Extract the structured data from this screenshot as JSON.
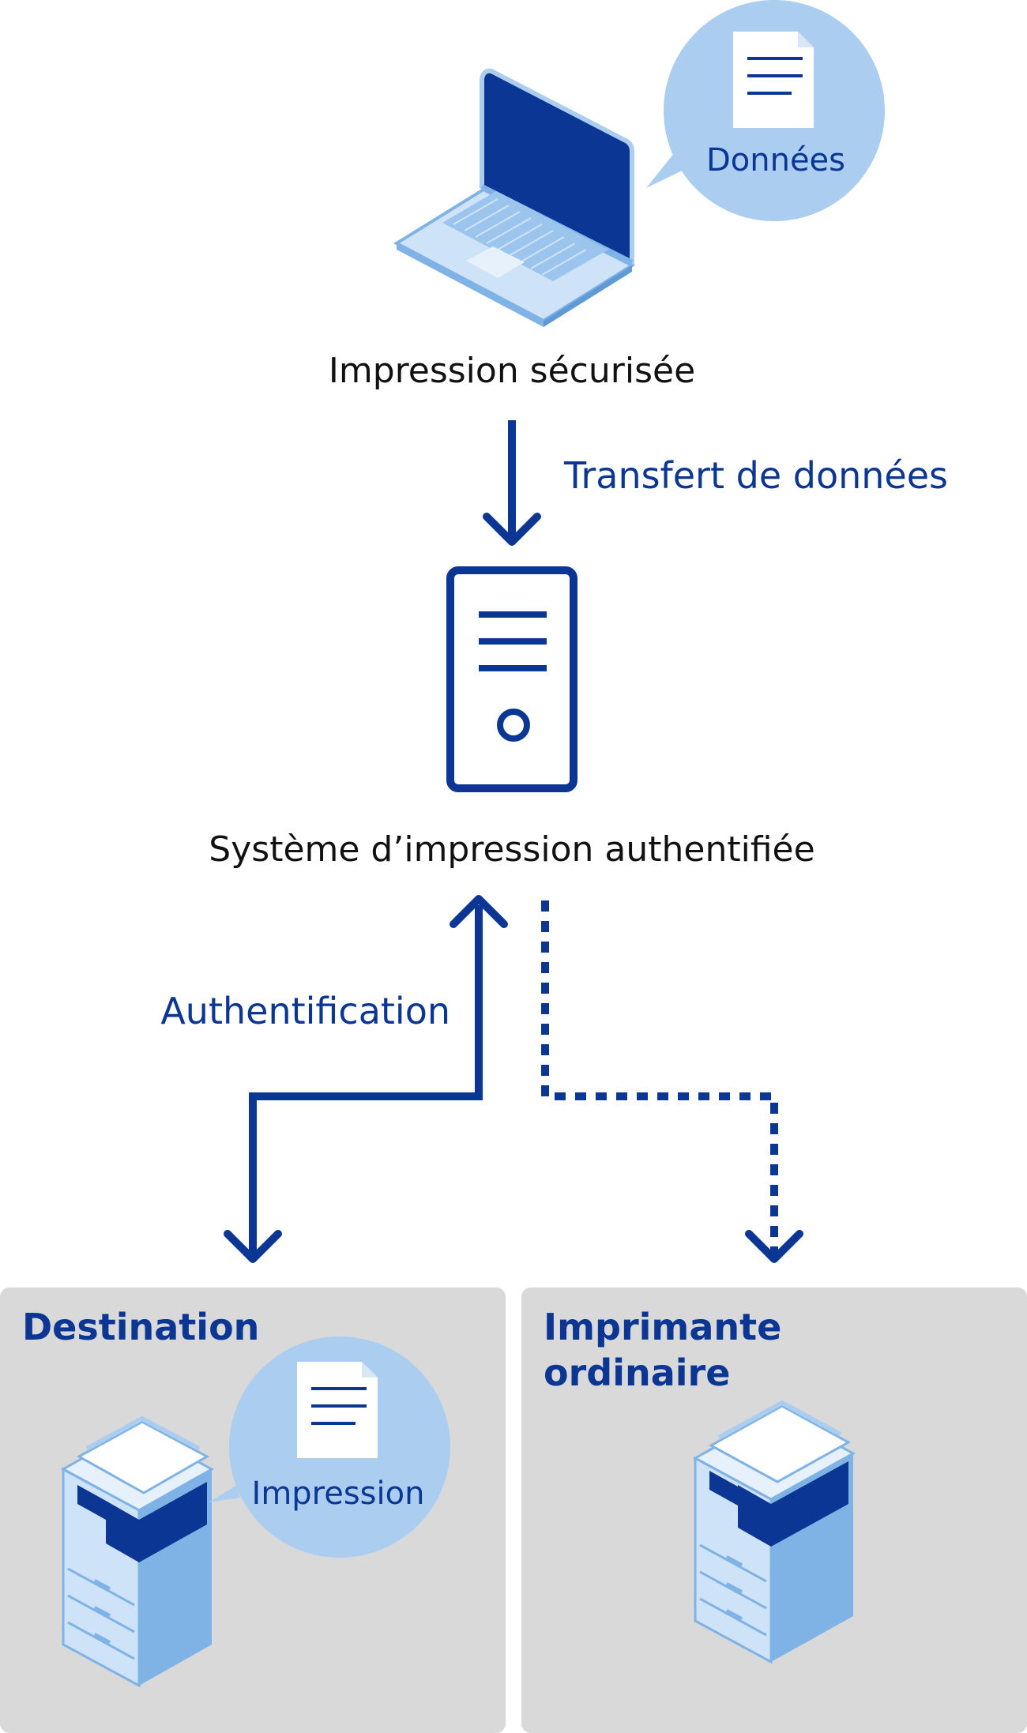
{
  "nodes": {
    "laptop_label": "Impression sécurisée",
    "server_label": "Système d’impression authentifiée",
    "data_bubble": "Données",
    "print_bubble": "Impression"
  },
  "edges": {
    "data_transfer": "Transfert de données",
    "authentication": "Authentification"
  },
  "panels": {
    "destination": {
      "title": "Destination"
    },
    "ordinary": {
      "title_line1": "Imprimante",
      "title_line2": "ordinaire"
    }
  },
  "colors": {
    "navy": "#0b3694",
    "light_blue": "#aacdf0",
    "panel_gray": "#d9d9d9"
  }
}
